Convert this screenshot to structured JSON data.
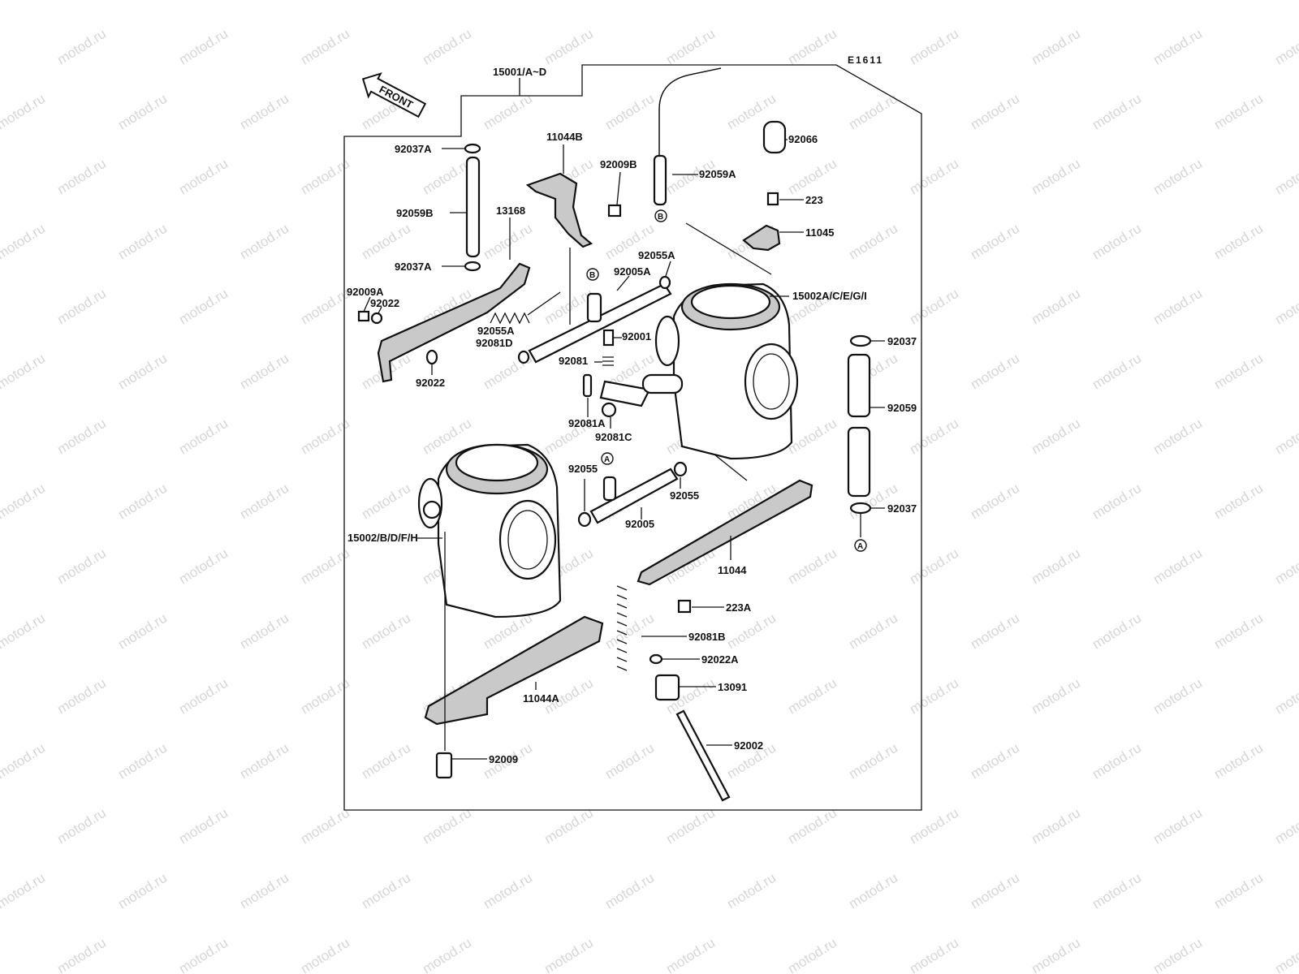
{
  "diagram": {
    "diagram_code": "E1611",
    "assembly_label": "15001/A~D",
    "front_label": "FRONT",
    "watermark": "motod.ru",
    "reference_markers": [
      "A",
      "B"
    ],
    "labels": {
      "l92037A_top": "92037A",
      "l92059B": "92059B",
      "l92037A_mid": "92037A",
      "l92009A": "92009A",
      "l92022_a": "92022",
      "l92022_b": "92022",
      "l11044B": "11044B",
      "l92009B": "92009B",
      "l13168": "13168",
      "l92055A_top": "92055A",
      "l92005A": "92005A",
      "l92055A_mid": "92055A",
      "l92081D": "92081D",
      "l92001": "92001",
      "l92081": "92081",
      "l92081A": "92081A",
      "l92081C": "92081C",
      "l92066": "92066",
      "l92059A": "92059A",
      "l223": "223",
      "l11045": "11045",
      "l15002ACEGI": "15002A/C/E/G/I",
      "l92037_top": "92037",
      "l92059": "92059",
      "l92037_bot": "92037",
      "l92055_left": "92055",
      "l92055_right": "92055",
      "l92005": "92005",
      "l15002BDFH": "15002/B/D/F/H",
      "l11044": "11044",
      "l223A": "223A",
      "l92081B": "92081B",
      "l92022A": "92022A",
      "l13091": "13091",
      "l11044A": "11044A",
      "l92002": "92002",
      "l92009": "92009"
    }
  }
}
